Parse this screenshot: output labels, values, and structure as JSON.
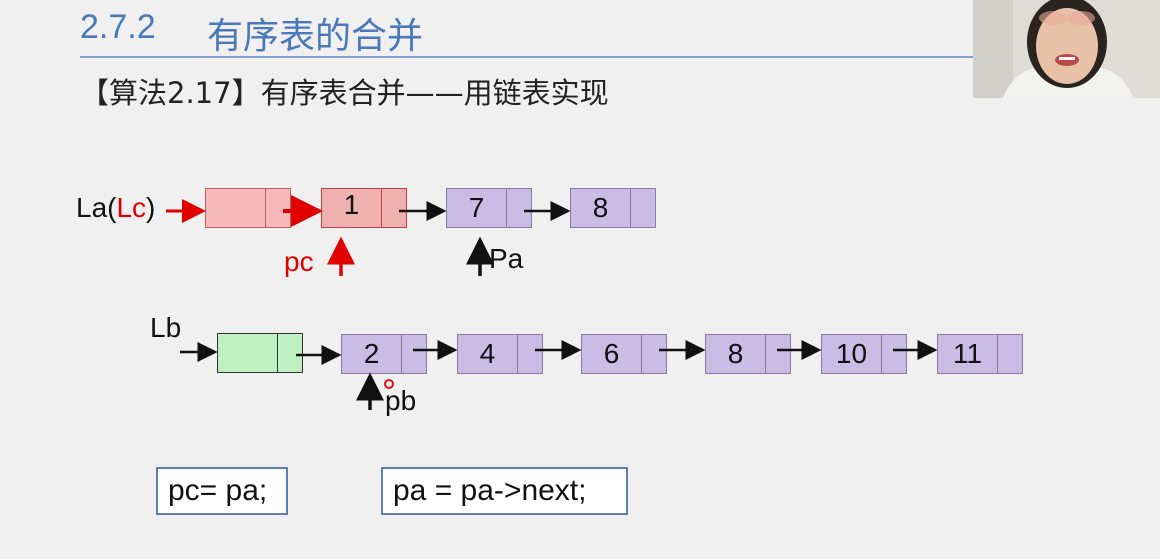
{
  "header": {
    "section_number": "2.7.2",
    "section_title": "有序表的合并",
    "subtitle": "【算法2.17】有序表合并——用链表实现"
  },
  "list_a": {
    "label_prefix": "La(",
    "label_highlight": "Lc",
    "label_suffix": ")",
    "nodes": [
      "",
      "1",
      "7",
      "8"
    ]
  },
  "list_b": {
    "label": "Lb",
    "nodes": [
      "",
      "2",
      "4",
      "6",
      "8",
      "10",
      "11"
    ]
  },
  "pointers": {
    "pc": "pc",
    "pa": "Pa",
    "pb": "pb"
  },
  "code": {
    "line1": "pc= pa;",
    "line2": "pa = pa->next;"
  },
  "colors": {
    "accent": "#4a78b8",
    "highlight": "#e00000",
    "node_fill": "#c9bde6",
    "head_a_fill": "#f6b8b8",
    "head_b_fill": "#bff0bf"
  }
}
